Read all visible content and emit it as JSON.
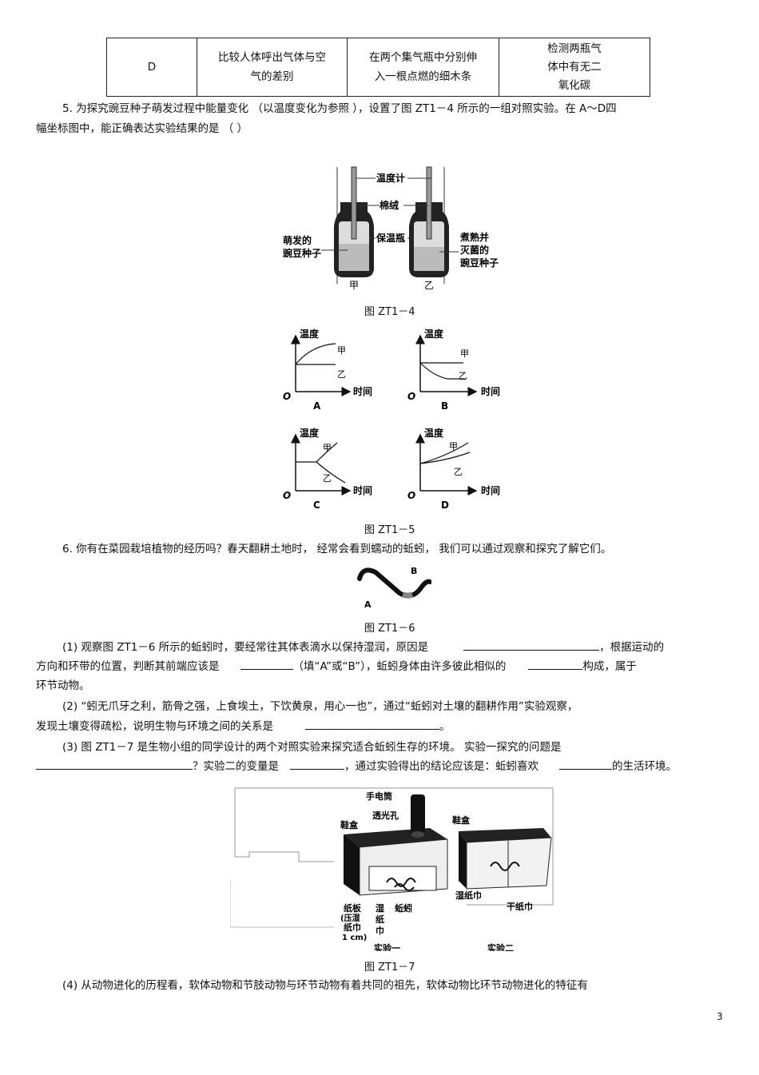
{
  "option_row": {
    "letter": "D",
    "purpose": [
      "比较人体呼出气体与空",
      "气的差别"
    ],
    "method": [
      "在两个集气瓶中分别伸",
      "入一根点燃的细木条"
    ],
    "result": [
      "检测两瓶气",
      "体中有无二",
      "氧化碳"
    ]
  },
  "q5": {
    "line1": "5.  为探究豌豆种子萌发过程中能量变化    （以温度变化为参照  ），设置了图  ZT1－4 所示的一组对照实验。在    A～D四",
    "line2": "幅坐标图中，能正确表达实验结果的是     （     ）"
  },
  "fig4": {
    "caption": "图  ZT1－4",
    "thermometer": "温度计",
    "cotton": "棉绒",
    "flask": "保温瓶",
    "left_seed": [
      "萌发的",
      "豌豆种子"
    ],
    "right_seed": [
      "煮熟并",
      "灭菌的",
      "豌豆种子"
    ],
    "jia": "甲",
    "yi": "乙"
  },
  "fig5": {
    "caption": "图  ZT1－5",
    "y_label": "温度",
    "x_label": "时间",
    "origin": "O",
    "graphs": [
      {
        "letter": "A",
        "upper": "甲",
        "lower": "乙"
      },
      {
        "letter": "B",
        "upper": "甲",
        "lower": "乙"
      },
      {
        "letter": "C",
        "upper": "甲",
        "lower": "乙"
      },
      {
        "letter": "D",
        "upper": "甲",
        "lower": "乙"
      }
    ]
  },
  "q6": {
    "intro": "6.  你有在菜园栽培植物的经历吗？春天翻耕土地时，       经常会看到蠕动的蚯蚓，     我们可以通过观察和探究了解它们。",
    "fig6_caption": "图  ZT1－6",
    "worm_a": "A",
    "worm_b": "B",
    "p1_l1a": "(1)  观察图   ZT1－6 所示的蚯蚓时，要经常往其体表滴水以保持湿润，原因是",
    "p1_l1b": "，根据运动的",
    "p1_l2a": "方向和环带的位置，判断其前端应该是",
    "p1_l2b": "（填“A”或“B”），蚯蚓身体由许多彼此相似的",
    "p1_l2c": "构成，属于",
    "p1_l3": "环节动物。",
    "p2_l1": "(2)  “蚓无爪牙之利，筋骨之强，上食埃土，下饮黄泉，用心一也”，通过“蚯蚓对土壤的翻耕作用”实验观察，",
    "p2_l2a": "发现土壤变得疏松，说明生物与环境之间的关系是",
    "p2_l2b": "。",
    "p3_l1": "(3)  图   ZT1－7  是生物小组的同学设计的两个对照实验来探究适合蚯蚓生存的环境。         实验一探究的问题是",
    "p3_l2a": "？实验二的变量是",
    "p3_l2b": "，通过实验得出的结论应该是：蚯蚓喜欢",
    "p3_l2c": "的生活环境。",
    "p4": "(4)  从动物进化的历程看，软体动物和节肢动物与环节动物有着共同的祖先，软体动物比环节动物进化的特征有"
  },
  "fig7": {
    "caption": "图  ZT1－7",
    "flashlight": "手电筒",
    "hole": "透光孔",
    "box_left": "鞋盒",
    "box_right": "鞋盒",
    "board": [
      "纸板",
      "(压湿",
      "纸巾",
      "1 cm)"
    ],
    "wet_left": [
      "湿",
      "纸",
      "巾"
    ],
    "worm": "蚯蚓",
    "wet_right": "湿纸巾",
    "dry": "干纸巾",
    "exp1": "实验一",
    "exp2": "实验二"
  },
  "page_number": "3"
}
